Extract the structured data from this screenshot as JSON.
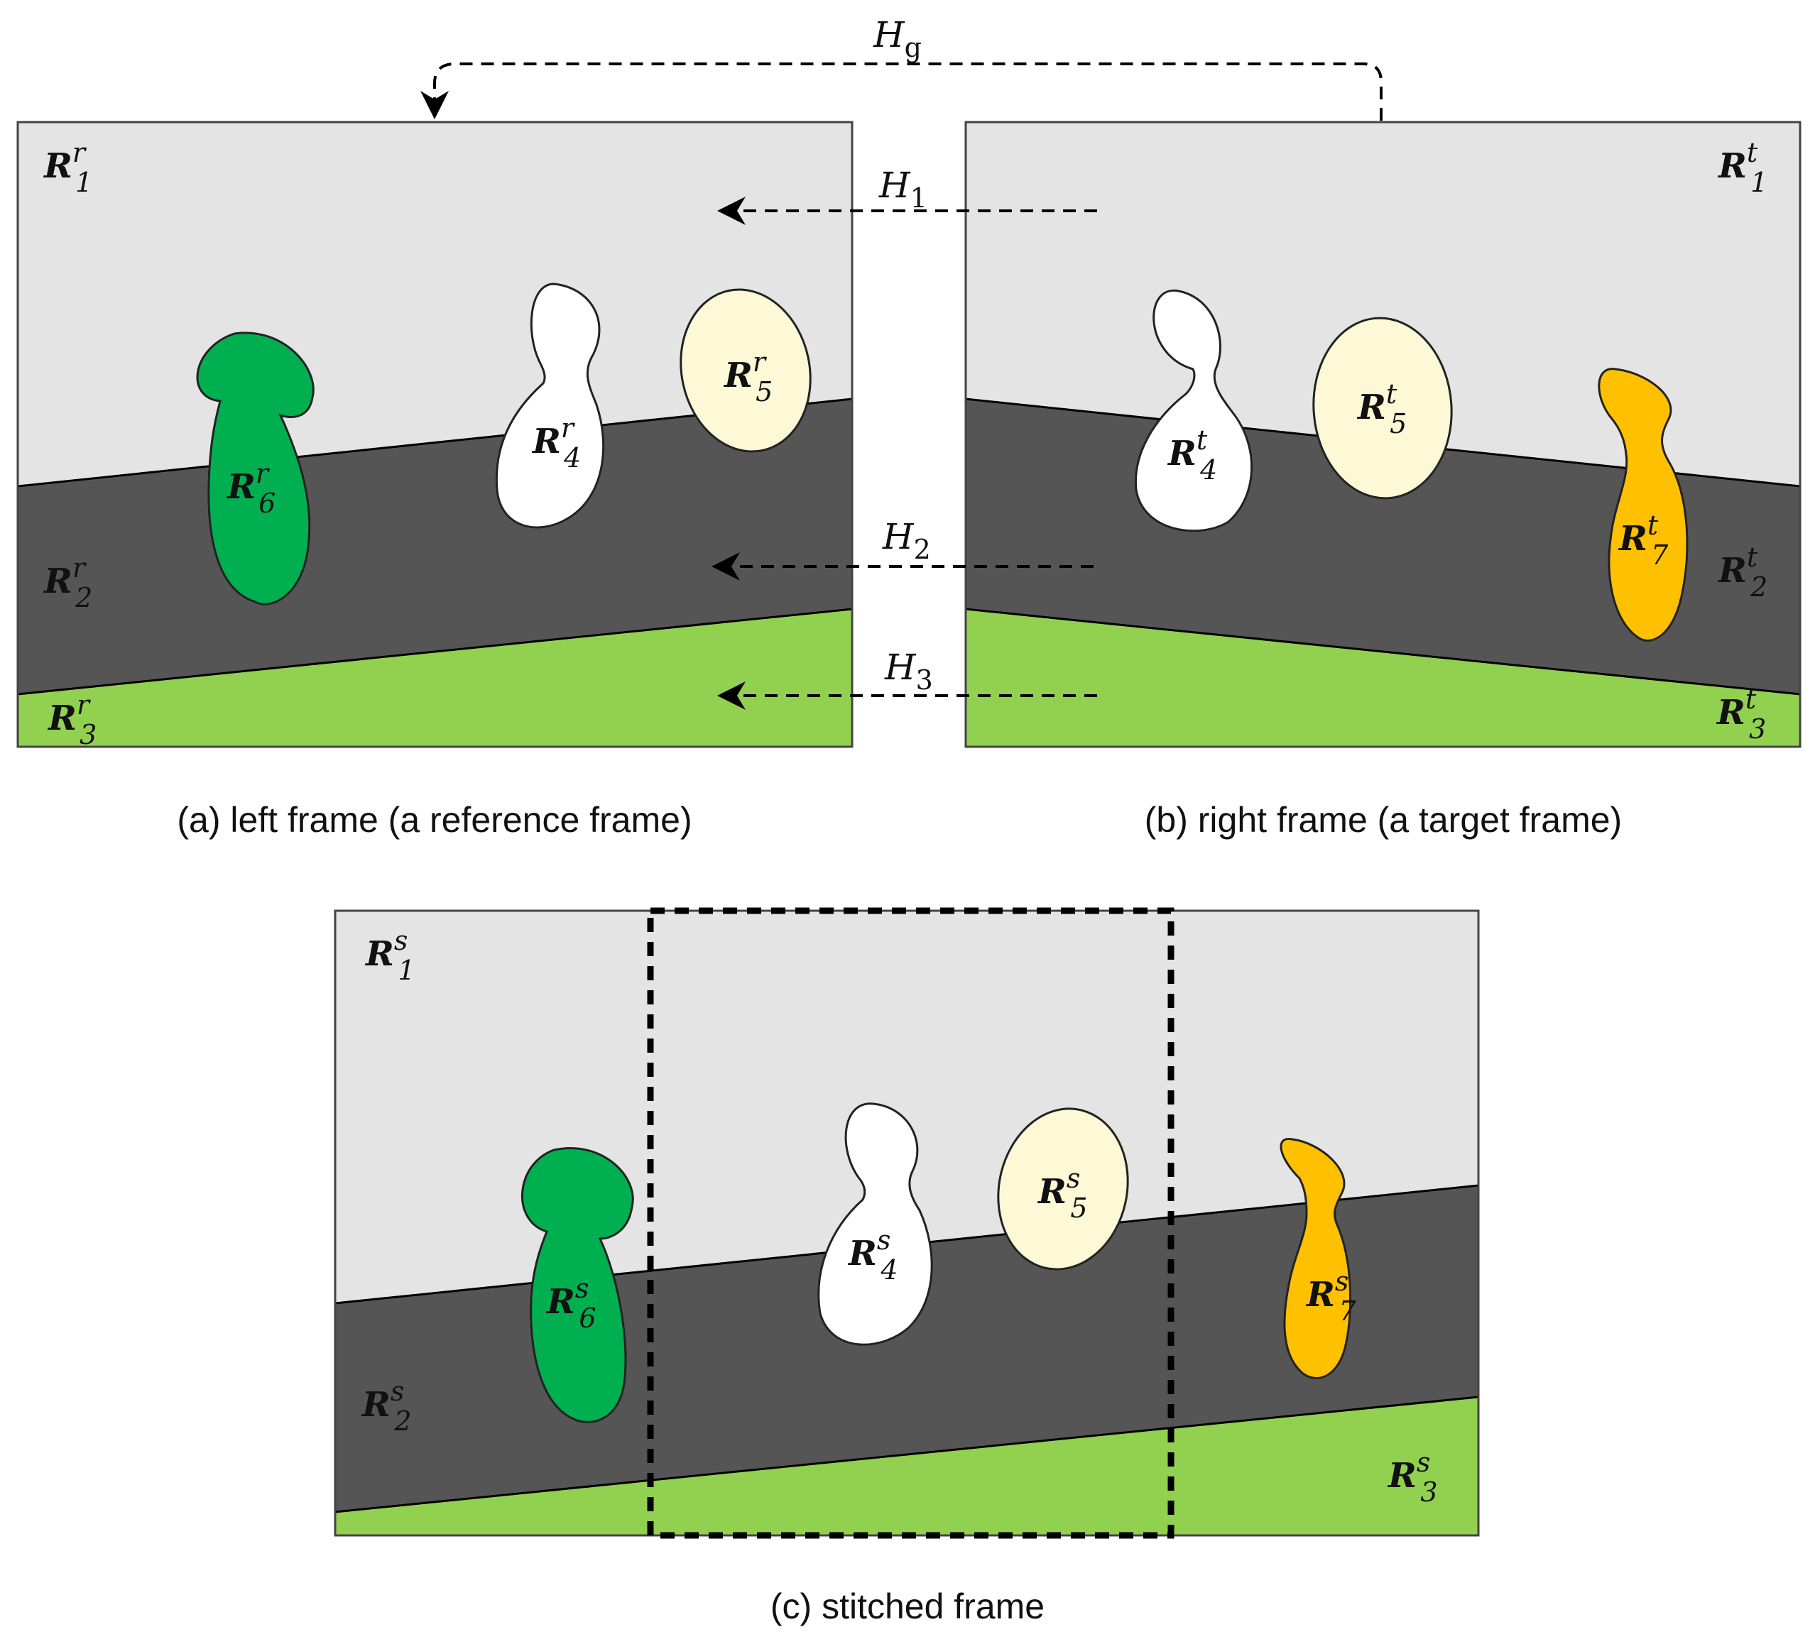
{
  "captions": {
    "a": "(a) left frame (a reference frame)",
    "b": "(b) right frame (a target frame)",
    "c": "(c) stitched frame"
  },
  "homographies": {
    "g": {
      "base": "H",
      "sub": "g"
    },
    "h1": {
      "base": "H",
      "sub": "1"
    },
    "h2": {
      "base": "H",
      "sub": "2"
    },
    "h3": {
      "base": "H",
      "sub": "3"
    }
  },
  "regions": {
    "left": [
      {
        "base": "R",
        "sup": "r",
        "sub": "1"
      },
      {
        "base": "R",
        "sup": "r",
        "sub": "2"
      },
      {
        "base": "R",
        "sup": "r",
        "sub": "3"
      },
      {
        "base": "R",
        "sup": "r",
        "sub": "4"
      },
      {
        "base": "R",
        "sup": "r",
        "sub": "5"
      },
      {
        "base": "R",
        "sup": "r",
        "sub": "6"
      }
    ],
    "right": [
      {
        "base": "R",
        "sup": "t",
        "sub": "1"
      },
      {
        "base": "R",
        "sup": "t",
        "sub": "2"
      },
      {
        "base": "R",
        "sup": "t",
        "sub": "3"
      },
      {
        "base": "R",
        "sup": "t",
        "sub": "4"
      },
      {
        "base": "R",
        "sup": "t",
        "sub": "5"
      },
      {
        "base": "R",
        "sup": "t",
        "sub": "7"
      }
    ],
    "stitched": [
      {
        "base": "R",
        "sup": "s",
        "sub": "1"
      },
      {
        "base": "R",
        "sup": "s",
        "sub": "2"
      },
      {
        "base": "R",
        "sup": "s",
        "sub": "3"
      },
      {
        "base": "R",
        "sup": "s",
        "sub": "4"
      },
      {
        "base": "R",
        "sup": "s",
        "sub": "5"
      },
      {
        "base": "R",
        "sup": "s",
        "sub": "6"
      },
      {
        "base": "R",
        "sup": "s",
        "sub": "7"
      }
    ]
  },
  "colors": {
    "sky": "#e4e4e4",
    "road": "#555555",
    "grass": "#92d050",
    "green_blob": "#00b050",
    "white_blob": "#ffffff",
    "ellipse": "#fdf8d6",
    "orange_blob": "#ffc000"
  }
}
